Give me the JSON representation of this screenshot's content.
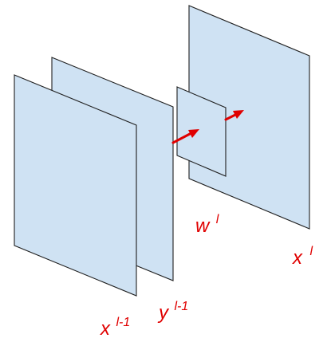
{
  "labels": {
    "x_prev": {
      "base": "x",
      "sup": "l-1"
    },
    "y_prev": {
      "base": "y",
      "sup": "l-1"
    },
    "w": {
      "base": "w",
      "sup": "l"
    },
    "x_curr": {
      "base": "x",
      "sup": "l"
    }
  },
  "colors": {
    "panel_fill": "#cfe2f3",
    "panel_stroke": "#1f1f1f",
    "arrow": "#e00000",
    "label": "#e00000"
  }
}
